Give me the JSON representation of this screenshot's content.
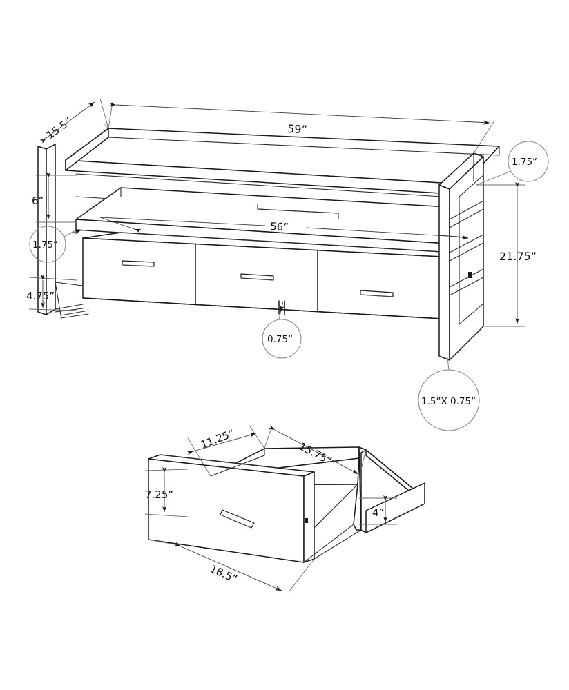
{
  "drawing": {
    "title": "TV Stand Assembly Dimension Drawing",
    "units": "inches",
    "line_color": "#1a1a1a",
    "background_color": "#ffffff"
  },
  "main_view": {
    "name": "tv-stand-isometric",
    "dimensions": {
      "overall_width": "59”",
      "shelf_width": "56”",
      "depth": "15.5”",
      "overall_height": "21.75”",
      "open_shelf_height": "6”",
      "drawer_front_height": "4.75”",
      "top_panel_thickness": "1.75”",
      "shelf_thickness": "1.75”",
      "panel_thickness": "0.75”",
      "leg_profile": "1.5”X 0.75”"
    }
  },
  "detail_view": {
    "name": "drawer-box-detail",
    "dimensions": {
      "inner_depth": "11.25”",
      "inner_width": "15.75”",
      "front_height": "7.25”",
      "side_height": "4”",
      "front_width": "18.5”"
    }
  },
  "labels": {
    "d_59": "59”",
    "d_56": "56”",
    "d_155": "15.5”",
    "d_2175": "21.75”",
    "d_6": "6”",
    "d_475": "4.75”",
    "d_175_left": "1.75”",
    "d_175_right": "1.75”",
    "d_075": "0.75”",
    "d_leg": "1.5”X 0.75”",
    "d_1125": "11.25”",
    "d_1575": "15.75”",
    "d_725": "7.25”",
    "d_4": "4”",
    "d_185": "18.5”"
  }
}
